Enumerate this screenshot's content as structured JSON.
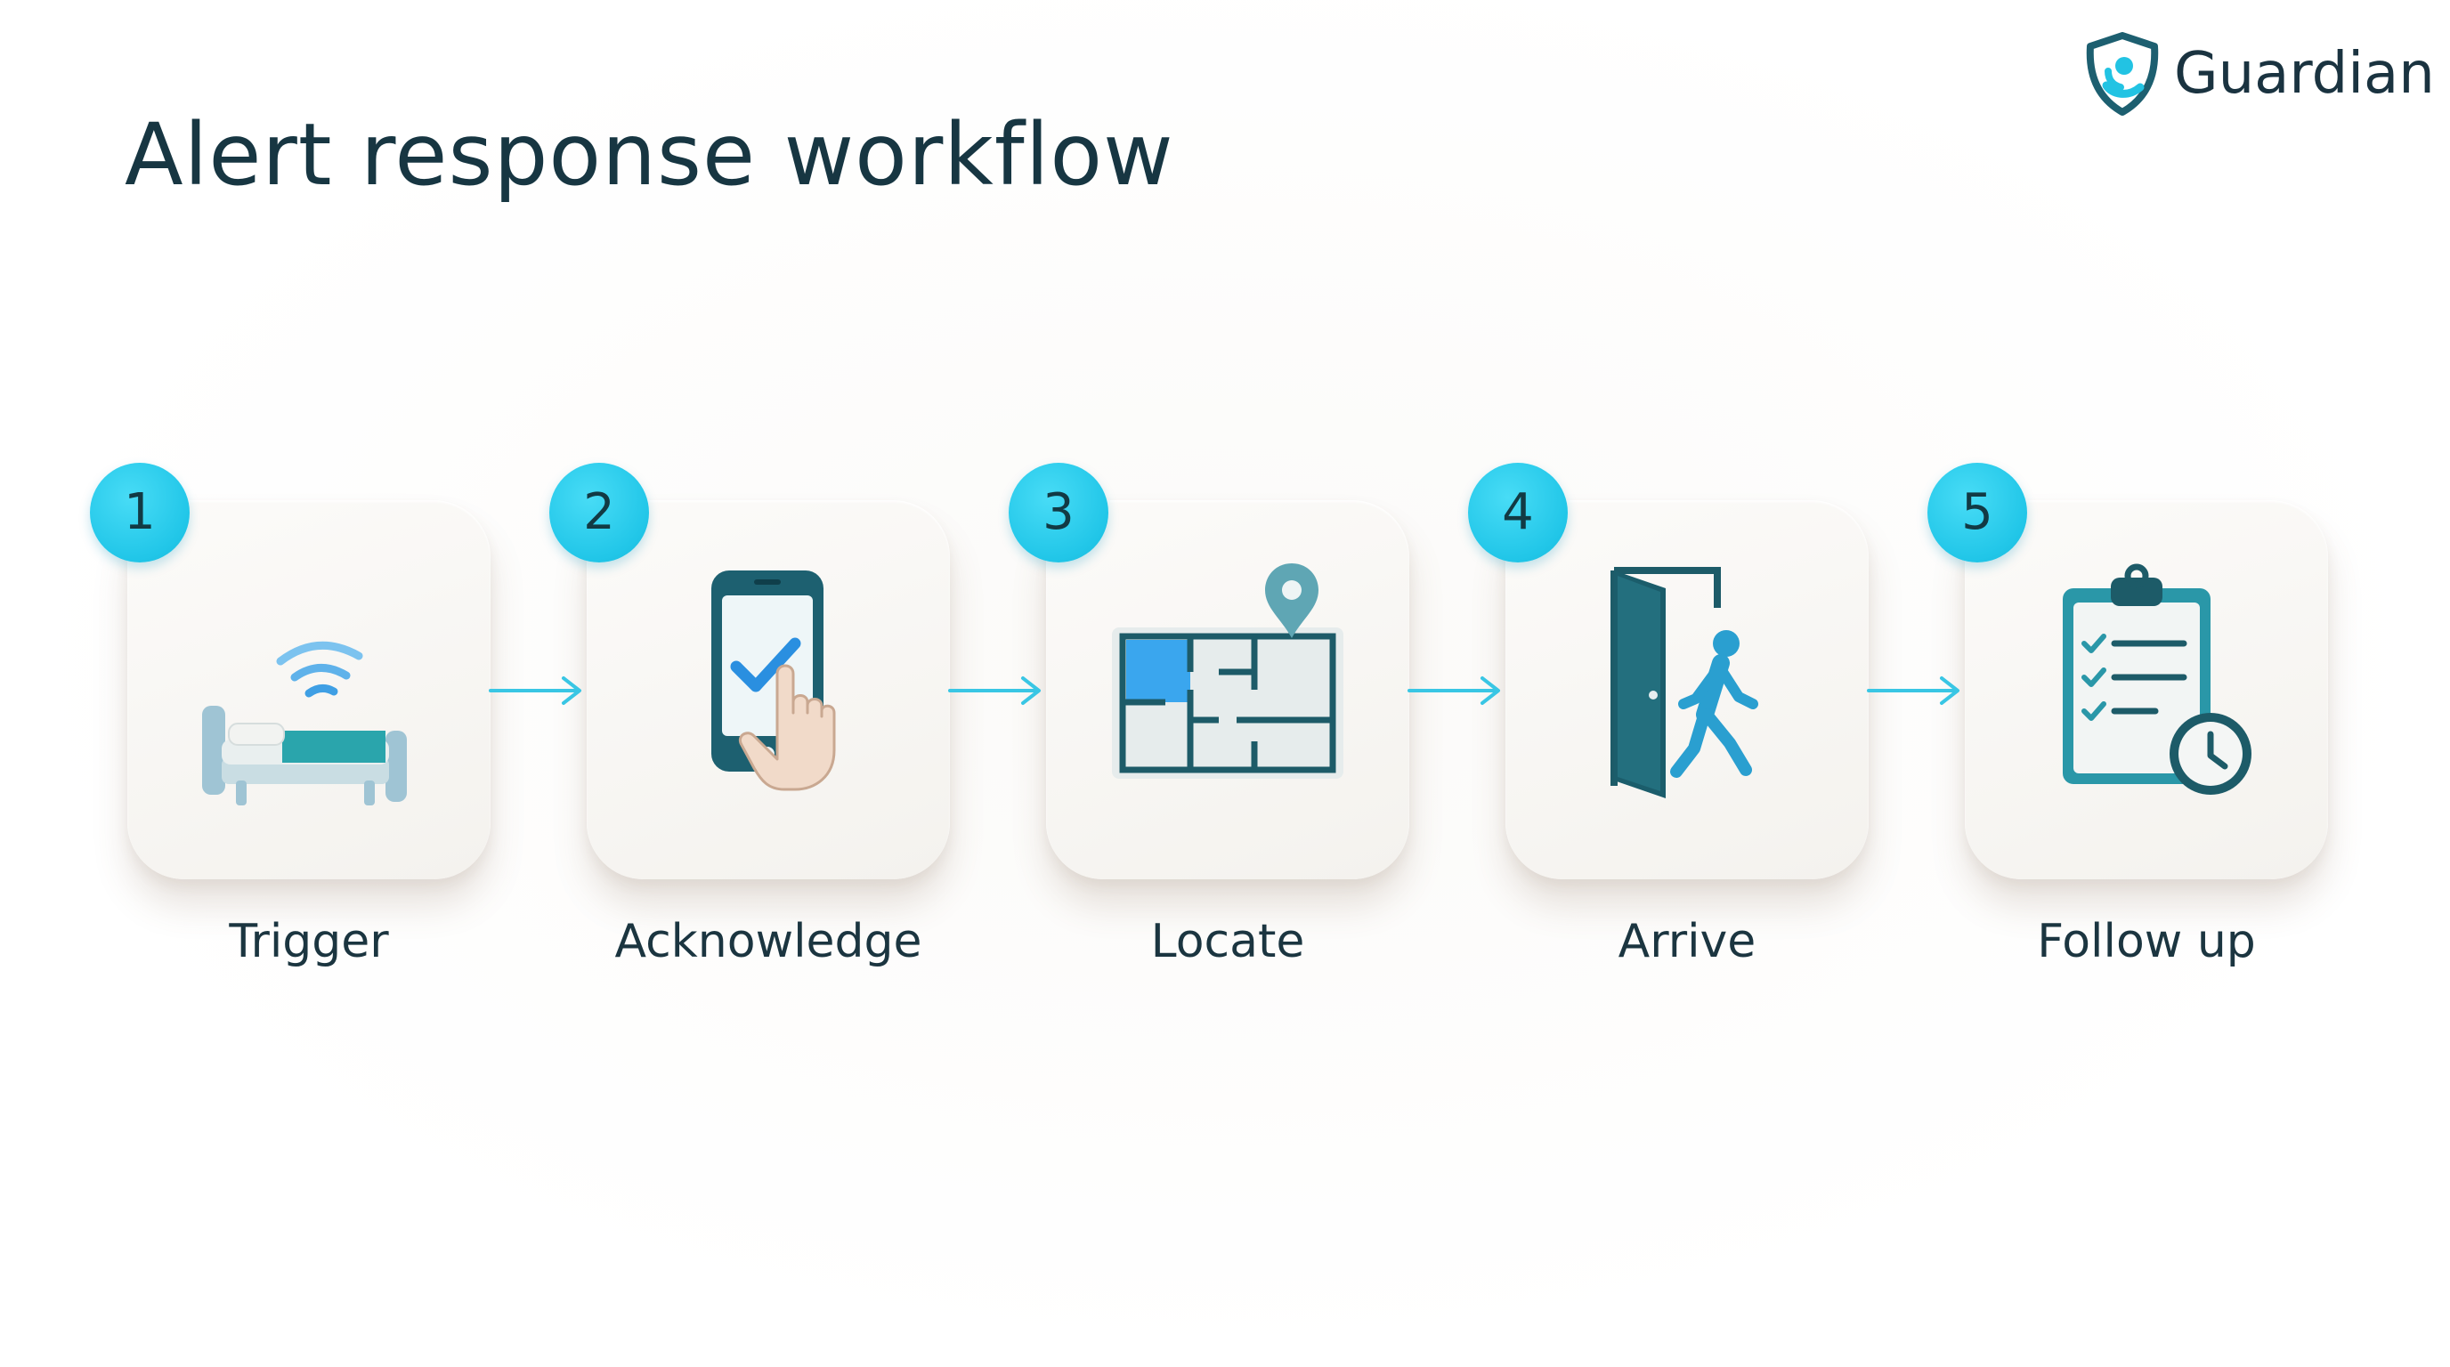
{
  "header": {
    "title": "Alert response workflow",
    "brand_name": "Guardian",
    "brand_icon": "shield-person-logo"
  },
  "colors": {
    "accent": "#21c6e8",
    "dark_teal": "#1b5b6b",
    "teal": "#2497a8",
    "text": "#173642"
  },
  "steps": [
    {
      "number": "1",
      "label": "Trigger",
      "icon": "bed-wireless-icon"
    },
    {
      "number": "2",
      "label": "Acknowledge",
      "icon": "phone-tap-check-icon"
    },
    {
      "number": "3",
      "label": "Locate",
      "icon": "floorplan-pin-icon"
    },
    {
      "number": "4",
      "label": "Arrive",
      "icon": "door-walking-person-icon"
    },
    {
      "number": "5",
      "label": "Follow up",
      "icon": "clipboard-clock-icon"
    }
  ]
}
